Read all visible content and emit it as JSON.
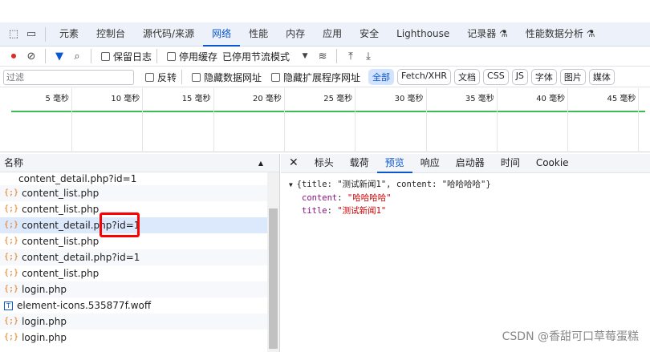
{
  "tabbar": {
    "tabs": [
      "元素",
      "控制台",
      "源代码/来源",
      "网络",
      "性能",
      "内存",
      "应用",
      "安全",
      "Lighthouse",
      "记录器 ⚗",
      "性能数据分析 ⚗"
    ],
    "active": "网络"
  },
  "toolbar": {
    "preserve_log": "保留日志",
    "disable_cache": "停用缓存",
    "throttle": "已停用节流模式"
  },
  "filterrow": {
    "placeholder": "过滤",
    "invert": "反转",
    "hide_data_urls": "隐藏数据网址",
    "hide_ext_urls": "隐藏扩展程序网址",
    "chips": [
      "全部",
      "Fetch/XHR",
      "文档",
      "CSS",
      "JS",
      "字体",
      "图片",
      "媒体"
    ]
  },
  "timeline": {
    "ticks": [
      "5 毫秒",
      "10 毫秒",
      "15 毫秒",
      "20 毫秒",
      "25 毫秒",
      "30 毫秒",
      "35 毫秒",
      "40 毫秒",
      "45 毫秒"
    ]
  },
  "list": {
    "header": "名称",
    "partial": "content_detail.php?id=1",
    "rows": [
      {
        "name": "content_list.php",
        "type": "xhr"
      },
      {
        "name": "content_list.php",
        "type": "xhr"
      },
      {
        "name": "content_detail.php?id=1",
        "type": "xhr",
        "selected": true
      },
      {
        "name": "content_list.php",
        "type": "xhr"
      },
      {
        "name": "content_detail.php?id=1",
        "type": "xhr"
      },
      {
        "name": "content_list.php",
        "type": "xhr"
      },
      {
        "name": "login.php",
        "type": "xhr"
      },
      {
        "name": "element-icons.535877f.woff",
        "type": "font"
      },
      {
        "name": "login.php",
        "type": "xhr"
      },
      {
        "name": "login.php",
        "type": "xhr"
      }
    ]
  },
  "detail": {
    "tabs": [
      "标头",
      "载荷",
      "预览",
      "响应",
      "启动器",
      "时间",
      "Cookie"
    ],
    "active": "预览",
    "summary": "{title: \"测试新闻1\", content: \"哈哈哈哈\"}",
    "fields": [
      {
        "key": "content",
        "value": "\"哈哈哈哈\""
      },
      {
        "key": "title",
        "value": "\"测试新闻1\""
      }
    ]
  },
  "watermark": "CSDN @香甜可口草莓蛋糕",
  "colors": {
    "accent": "#0b57d0",
    "highlight_box": "#ff0000"
  }
}
